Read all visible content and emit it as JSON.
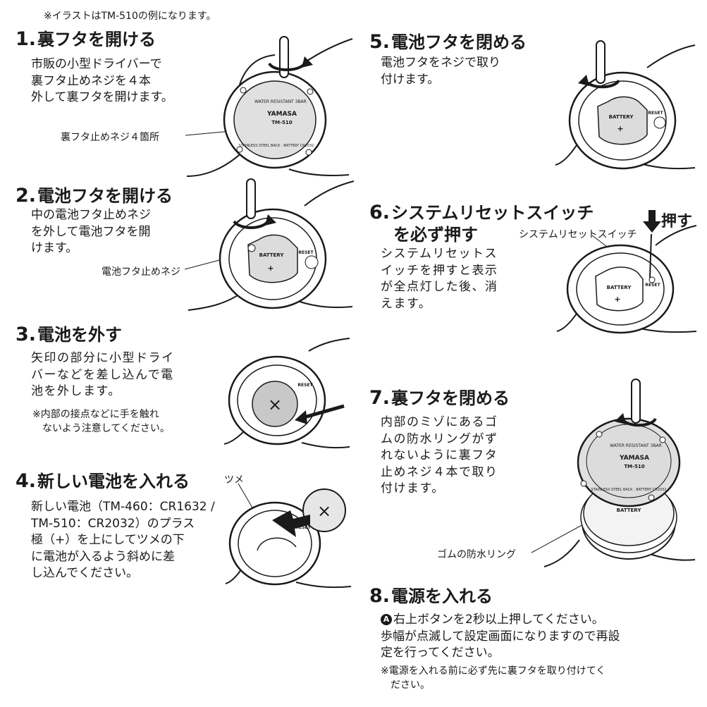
{
  "note_top": "※イラストはTM-510の例になります。",
  "steps": [
    {
      "num": "1.",
      "title": "裏フタを開ける",
      "lines": [
        "市販の小型ドライバーで",
        "裏フタ止めネジを４本",
        "外して裏フタを開けます。"
      ],
      "callout": "裏フタ止めネジ４箇所"
    },
    {
      "num": "2.",
      "title": "電池フタを開ける",
      "lines": [
        "中の電池フタ止めネジ",
        "を外して電池フタを開",
        "けます。"
      ],
      "callout": "電池フタ止めネジ"
    },
    {
      "num": "3.",
      "title": "電池を外す",
      "lines": [
        "矢印の部分に小型ドライ",
        "バーなどを差し込んで電",
        "池を外します。"
      ],
      "notes": [
        "※内部の接点などに手を触れ",
        "ないよう注意してください。"
      ]
    },
    {
      "num": "4.",
      "title": "新しい電池を入れる",
      "lines": [
        "新しい電池（TM-460：CR1632 /",
        "TM-510：CR2032）のプラス",
        "極（+）を上にしてツメの下",
        "に電池が入るよう斜めに差",
        "し込んでください。"
      ],
      "callout": "ツメ"
    },
    {
      "num": "5.",
      "title": "電池フタを閉める",
      "lines": [
        "電池フタをネジで取り",
        "付けます。"
      ]
    },
    {
      "num": "6.",
      "title_lines": [
        "システムリセットスイッチ",
        "を必ず押す"
      ],
      "lines": [
        "システムリセットス",
        "イッチを押すと表示",
        "が全点灯した後、消",
        "えます。"
      ],
      "callout": "システムリセットスイッチ",
      "press_label": "押す"
    },
    {
      "num": "7.",
      "title": "裏フタを閉める",
      "lines": [
        "内部のミゾにあるゴ",
        "ムの防水リングがず",
        "れないように裏フタ",
        "止めネジ４本で取り",
        "付けます。"
      ],
      "callout": "ゴムの防水リング"
    },
    {
      "num": "8.",
      "title": "電源を入れる",
      "badge": "A",
      "lines": [
        "右上ボタンを2秒以上押してください。",
        "歩幅が点滅して設定画面になりますので再設",
        "定を行ってください。"
      ],
      "notes": [
        "※電源を入れる前に必ず先に裏フタを取り付けてく",
        "ださい。"
      ]
    }
  ],
  "illustration_text": {
    "back_cover_line1": "WATER RESISTANT 3BAR",
    "back_cover_brand": "YAMASA",
    "back_cover_model": "TM-510",
    "back_cover_bottom": "STAINLESS STEEL BACK · BATTERY CR2032",
    "battery_label": "BATTERY",
    "reset_label": "RESET",
    "plus": "+",
    "cross": "×"
  }
}
